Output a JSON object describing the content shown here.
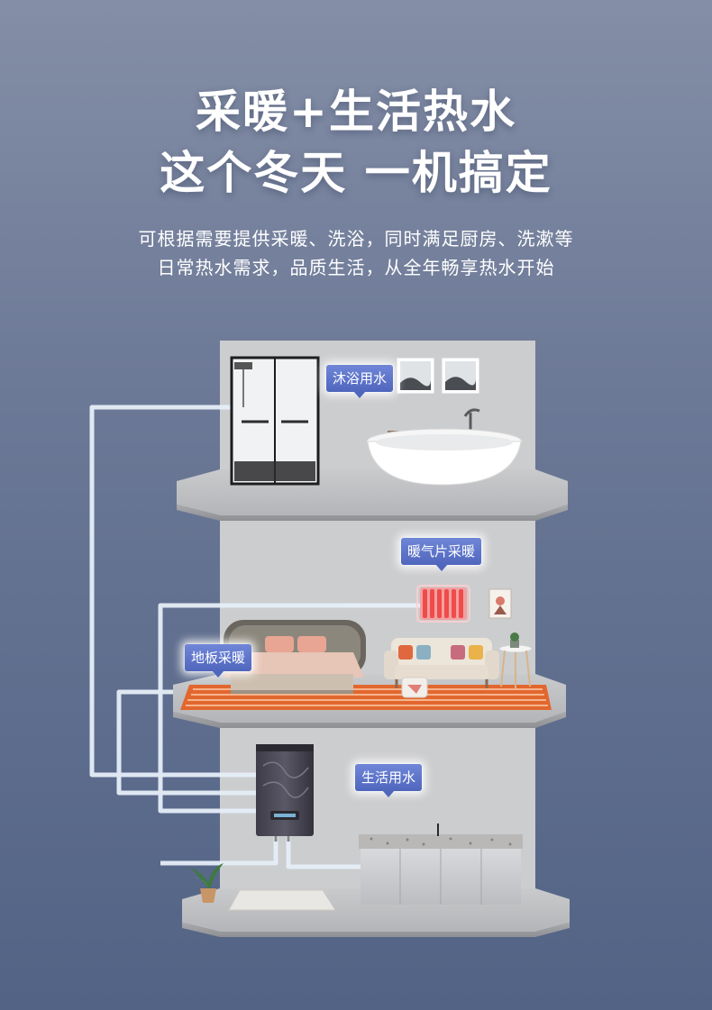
{
  "header": {
    "title_line1": "采暖+生活热水",
    "title_line2": "这个冬天 一机搞定",
    "subtitle_line1": "可根据需要提供采暖、洗浴，同时满足厨房、洗漱等",
    "subtitle_line2": "日常热水需求，品质生活，从全年畅享热水开始"
  },
  "tags": {
    "shower": "沐浴用水",
    "radiator": "暖气片采暖",
    "floor": "地板采暖",
    "domestic": "生活用水"
  },
  "colors": {
    "pipe": "#dfe8f5",
    "heating_floor": "#e2672f",
    "radiator": "#ef4b4b",
    "tag_bg": "#5a70c6"
  }
}
